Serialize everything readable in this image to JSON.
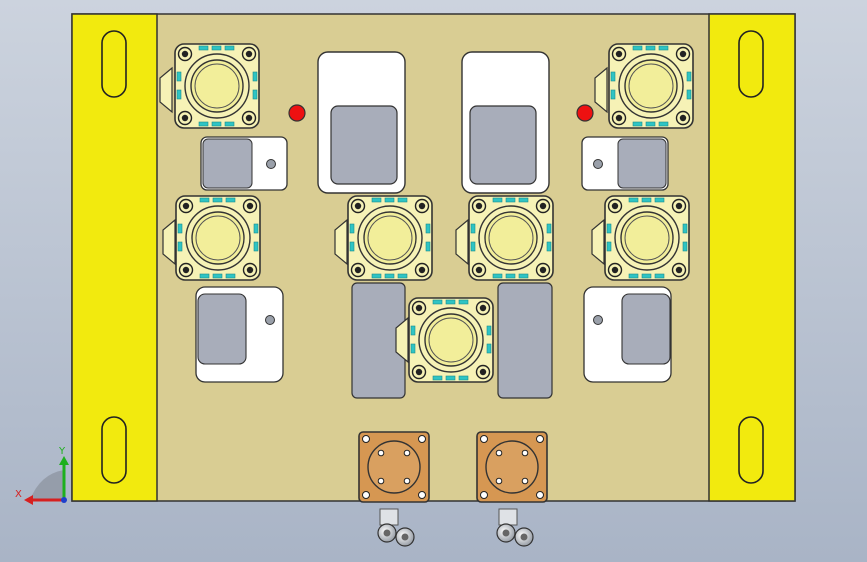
{
  "viewport": {
    "background_top": "#ccd3de",
    "background_bottom": "#a9b4c6"
  },
  "colors": {
    "fixture_plate": "#d9cd93",
    "side_rail": "#f2ea0e",
    "clamp_body": "#f6f2b6",
    "clamp_outline": "#333333",
    "accent_teal": "#2fc4c4",
    "locating_pin": "#ee1111",
    "insert_gray": "#a8adba",
    "insert_white": "#ffffff",
    "connector_copper": "#d69752",
    "axis_x": "#d62020",
    "axis_y": "#1db01d",
    "axis_z": "#1f3fcc"
  },
  "triad": {
    "x_label": "X",
    "y_label": "Y"
  },
  "scene": {
    "clamp_count": 7,
    "locating_pin_count": 2,
    "connector_count": 2,
    "mounting_slot_count": 4
  }
}
